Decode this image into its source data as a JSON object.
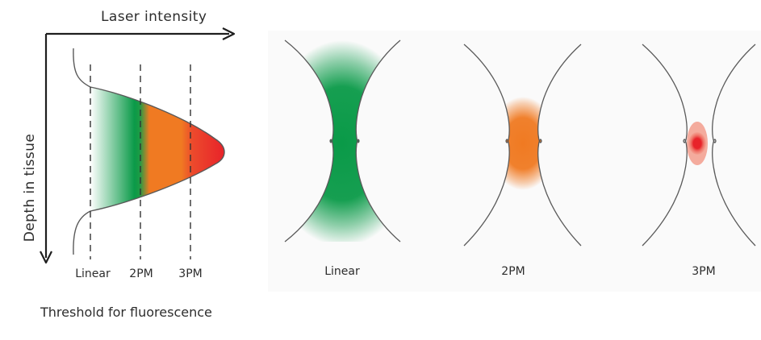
{
  "figure": {
    "x_axis_label": "Laser intensity",
    "y_axis_label": "Depth in tissue",
    "threshold_caption": "Threshold for fluorescence",
    "threshold_markers": [
      "Linear",
      "2PM",
      "3PM"
    ],
    "panels": [
      {
        "label": "Linear",
        "color": "#0a9a48"
      },
      {
        "label": "2PM",
        "color": "#f07a22"
      },
      {
        "label": "3PM",
        "color": "#e8232a"
      }
    ],
    "colors": {
      "green": "#0a9a48",
      "orange": "#f07a22",
      "red": "#e8232a",
      "line": "#595959",
      "text": "#2d2d2d",
      "panel_bg": "#f6f6f6"
    }
  }
}
